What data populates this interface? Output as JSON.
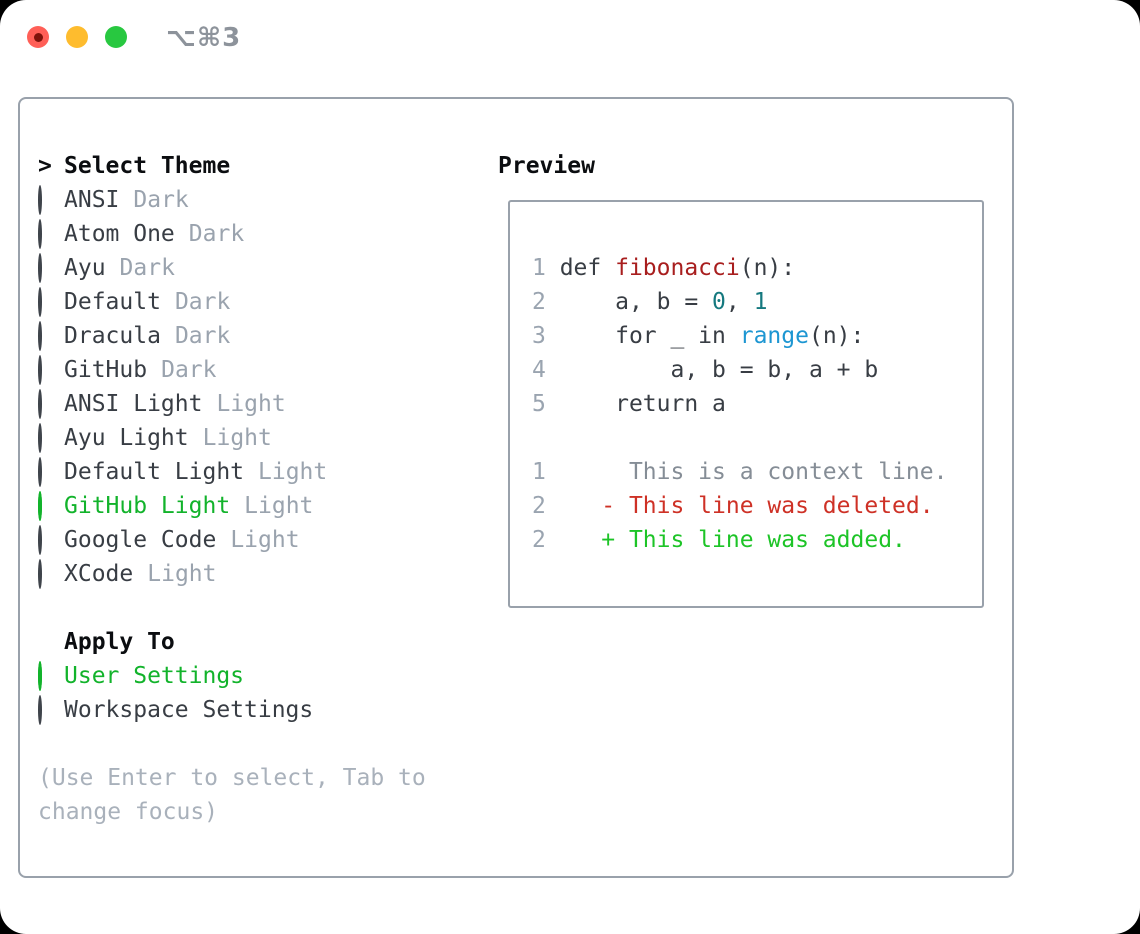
{
  "window": {
    "title": "⌥⌘3"
  },
  "colors": {
    "selection_green": "#12b32b",
    "text_dark": "#383d44",
    "header_black": "#0b0d10",
    "tag_gray": "#9aa3ae",
    "hint_gray": "#a9b1bb",
    "panel_border": "#99a1ab",
    "line_number_gray": "#9aa4b0",
    "context_gray": "#858d96",
    "function_red": "#a81e1e",
    "number_teal": "#15797f",
    "call_blue": "#1d96d2",
    "diff_deleted_red": "#ce3126",
    "diff_added_green": "#1dc427",
    "traffic_red": "#ff5f57",
    "traffic_yellow": "#febc2e",
    "traffic_green": "#28c840"
  },
  "theme_panel": {
    "header": "Select Theme",
    "header_marker": ">",
    "items": [
      {
        "name": "ANSI",
        "tag": "Dark",
        "selected": false
      },
      {
        "name": "Atom One",
        "tag": "Dark",
        "selected": false
      },
      {
        "name": "Ayu",
        "tag": "Dark",
        "selected": false
      },
      {
        "name": "Default",
        "tag": "Dark",
        "selected": false
      },
      {
        "name": "Dracula",
        "tag": "Dark",
        "selected": false
      },
      {
        "name": "GitHub",
        "tag": "Dark",
        "selected": false
      },
      {
        "name": "ANSI Light",
        "tag": "Light",
        "selected": false
      },
      {
        "name": "Ayu Light",
        "tag": "Light",
        "selected": false
      },
      {
        "name": "Default Light",
        "tag": "Light",
        "selected": false
      },
      {
        "name": "GitHub Light",
        "tag": "Light",
        "selected": true
      },
      {
        "name": "Google Code",
        "tag": "Light",
        "selected": false
      },
      {
        "name": "XCode",
        "tag": "Light",
        "selected": false
      }
    ],
    "apply_header": "Apply To",
    "apply_items": [
      {
        "name": "User Settings",
        "selected": true
      },
      {
        "name": "Workspace Settings",
        "selected": false
      }
    ],
    "hint_lines": [
      "(Use Enter to select, Tab to",
      "change focus)"
    ]
  },
  "preview": {
    "title": "Preview",
    "lines": [
      {
        "segments": [
          [
            "1 ",
            "ln"
          ],
          [
            "def ",
            "plain"
          ],
          [
            "fibonacci",
            "fn"
          ],
          [
            "(n):",
            "plain"
          ]
        ]
      },
      {
        "segments": [
          [
            "2 ",
            "ln"
          ],
          [
            "    a, b = ",
            "plain"
          ],
          [
            "0",
            "num"
          ],
          [
            ", ",
            "plain"
          ],
          [
            "1",
            "num"
          ]
        ]
      },
      {
        "segments": [
          [
            "3 ",
            "ln"
          ],
          [
            "    for _ in ",
            "plain"
          ],
          [
            "range",
            "call"
          ],
          [
            "(n):",
            "plain"
          ]
        ]
      },
      {
        "segments": [
          [
            "4 ",
            "ln"
          ],
          [
            "        a, b = b, a + b",
            "plain"
          ]
        ]
      },
      {
        "segments": [
          [
            "5 ",
            "ln"
          ],
          [
            "    return a",
            "plain"
          ]
        ]
      },
      {
        "segments": []
      },
      {
        "segments": [
          [
            "1 ",
            "ln"
          ],
          [
            "     This is a context line.",
            "ctx"
          ]
        ]
      },
      {
        "segments": [
          [
            "2 ",
            "ln"
          ],
          [
            "   - This line was deleted.",
            "del"
          ]
        ]
      },
      {
        "segments": [
          [
            "2 ",
            "ln"
          ],
          [
            "   + This line was added.",
            "add"
          ]
        ]
      }
    ]
  }
}
